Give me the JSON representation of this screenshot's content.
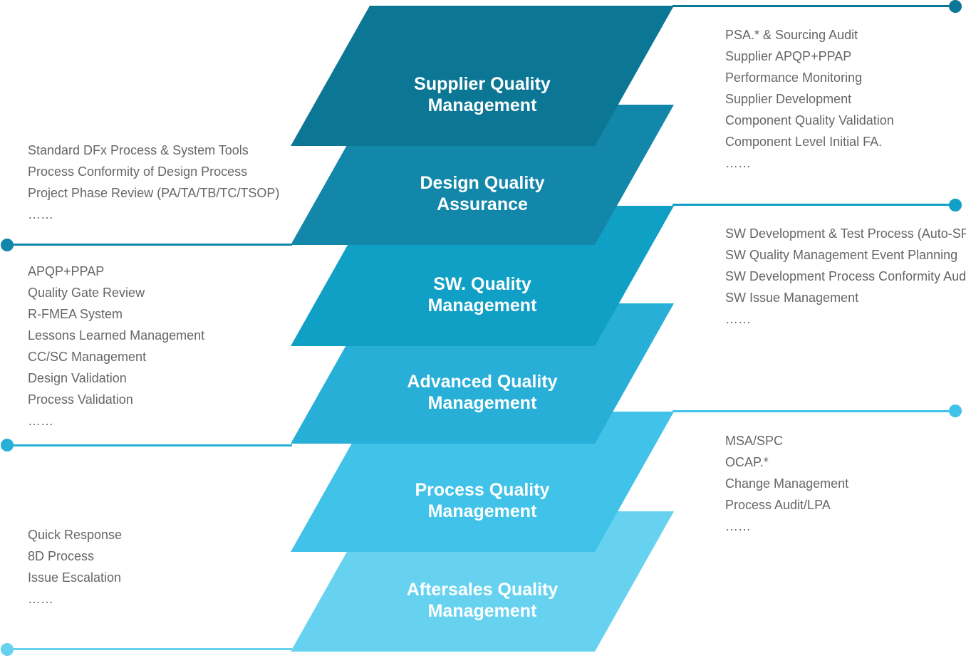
{
  "palette": {
    "background": "#FFFFFF",
    "title_text": "#FFFFFF",
    "detail_text": "#666666"
  },
  "diagram": {
    "ellipsis": "……",
    "bands": [
      {
        "title": "Supplier Quality Management",
        "title_lines": [
          "Supplier Quality",
          "Management"
        ],
        "color": "#0C7795",
        "details_side": "right",
        "details": {
          "items": [
            "PSA.* & Sourcing Audit",
            "Supplier APQP+PPAP",
            "Performance Monitoring",
            "Supplier Development",
            "Component Quality Validation",
            "Component Level Initial FA.",
            "……"
          ]
        }
      },
      {
        "title": "Design Quality Assurance",
        "title_lines": [
          "Design Quality",
          "Assurance"
        ],
        "color": "#1287A9",
        "details_side": "left",
        "details": {
          "items": [
            "Standard DFx Process & System Tools",
            "Process Conformity of Design Process",
            "Project Phase Review (PA/TA/TB/TC/TSOP)",
            "……"
          ]
        }
      },
      {
        "title": "SW. Quality Management",
        "title_lines": [
          "SW. Quality",
          "Management"
        ],
        "color": "#10A0C5",
        "details_side": "right",
        "details": {
          "items": [
            "SW Development & Test Process (Auto-SPICE)",
            "SW Quality Management Event Planning",
            "SW Development Process Conformity Audit",
            "SW Issue Management",
            "……"
          ]
        }
      },
      {
        "title": "Advanced Quality Management",
        "title_lines": [
          "Advanced Quality",
          "Management"
        ],
        "color": "#28AFD7",
        "details_side": "left",
        "details": {
          "items": [
            "APQP+PPAP",
            "Quality Gate Review",
            "R-FMEA System",
            "Lessons Learned Management",
            "CC/SC Management",
            "Design Validation",
            "Process Validation",
            "……"
          ]
        }
      },
      {
        "title": "Process Quality Management",
        "title_lines": [
          "Process Quality",
          "Management"
        ],
        "color": "#40C2E9",
        "details_side": "right",
        "details": {
          "items": [
            "MSA/SPC",
            "OCAP.*",
            "Change Management",
            "Process Audit/LPA",
            "……"
          ]
        }
      },
      {
        "title": "Aftersales Quality Management",
        "title_lines": [
          "Aftersales Quality",
          "Management"
        ],
        "color": "#66D2F0",
        "details_side": "left",
        "details": {
          "items": [
            "Quick Response",
            "8D Process",
            "Issue Escalation",
            "……"
          ]
        }
      }
    ]
  }
}
